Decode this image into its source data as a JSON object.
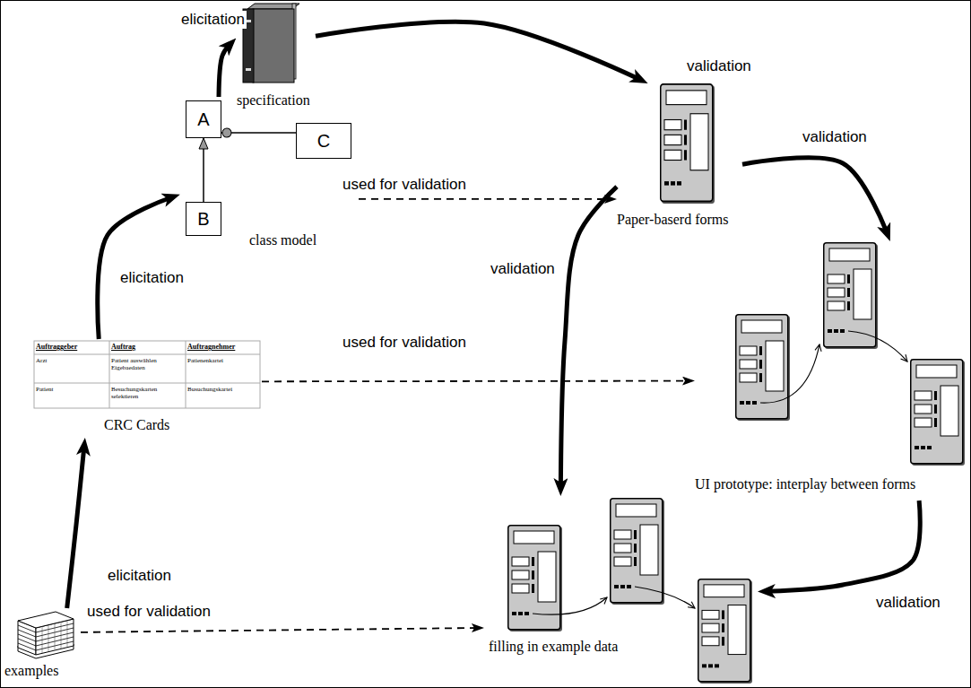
{
  "diagram": {
    "nodes": [
      {
        "text": [
          "examples"
        ]
      },
      {
        "text": [
          "CRC Cards"
        ]
      },
      {
        "text": [
          "class model"
        ]
      },
      {
        "text": [
          "A"
        ],
        "in": 2
      },
      {
        "text": [
          "B"
        ],
        "in": 2
      },
      {
        "text": [
          "C"
        ],
        "in": 2
      },
      {
        "text": [
          "specification"
        ]
      },
      {
        "text": [
          "Paper-baserd forms"
        ]
      },
      {
        "text": [
          "UI prototype: interplay between forms"
        ]
      },
      {
        "text": [
          "filling in example data"
        ]
      }
    ],
    "edges": [
      {
        "from": 0,
        "to": 1,
        "label": "elicitation",
        "arrow": "to"
      },
      {
        "from": 1,
        "to": 2,
        "label": "elicitation",
        "arrow": "to"
      },
      {
        "from": 2,
        "to": 6,
        "label": "elicitation",
        "arrow": "to"
      },
      {
        "from": 6,
        "to": 7,
        "label": "validation",
        "arrow": "to"
      },
      {
        "from": 7,
        "to": 8,
        "label": "validation",
        "arrow": "to"
      },
      {
        "from": 7,
        "to": 9,
        "label": "validation",
        "arrow": "to"
      },
      {
        "from": 8,
        "to": 9,
        "label": "validation",
        "arrow": "to"
      },
      {
        "from": 2,
        "to": 7,
        "label": "used for validation",
        "arrow": "to"
      },
      {
        "from": 1,
        "to": 8,
        "label": "used for validation",
        "arrow": "to"
      },
      {
        "from": 0,
        "to": 9,
        "label": "used for validation",
        "arrow": "to"
      },
      {
        "from": 4,
        "to": 3,
        "arrow": "to"
      },
      {
        "from": 3,
        "to": 5,
        "arrow": "none"
      }
    ],
    "labels": [
      "Auftraggeber",
      "Auftrag",
      "Auftragnehmer",
      "Arzt",
      "Patient auswählen Eigebaedaten",
      "Patienenkartei",
      "Patient",
      "Besuchungskarten selektieren",
      "Busuchungskartei"
    ]
  }
}
